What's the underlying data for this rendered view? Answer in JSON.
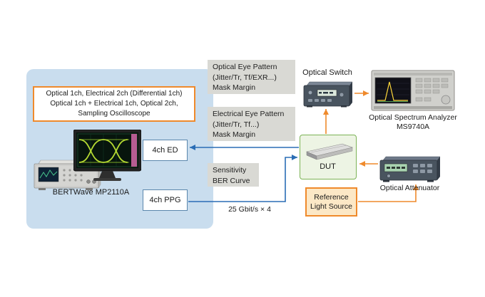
{
  "colors": {
    "panel_bg": "#c9ddee",
    "orange": "#ef8a2c",
    "orange_fill": "#fce8c6",
    "blue": "#2a6db5",
    "gray_box": "#d9d9d4",
    "green": "#7cb356",
    "green_fill": "#edf4e4",
    "text": "#1a1a1a"
  },
  "bertwave": {
    "config_line1": "Optical 1ch, Electrical 2ch (Differential 1ch)",
    "config_line2": "Optical 1ch + Electrical 1ch, Optical 2ch,",
    "config_line3": "Sampling Oscilloscope",
    "label": "BERTWave MP2110A",
    "ed": "4ch ED",
    "ppg": "4ch PPG"
  },
  "measurements": {
    "optical_eye_line1": "Optical Eye Pattern",
    "optical_eye_line2": "(Jitter/Tr, Tf/EXR...)",
    "optical_eye_line3": "Mask Margin",
    "electrical_eye_line1": "Electrical Eye Pattern",
    "electrical_eye_line2": "(Jitter/Tr, Tf...)",
    "electrical_eye_line3": "Mask Margin",
    "sensitivity_line1": "Sensitivity",
    "sensitivity_line2": "BER Curve"
  },
  "devices": {
    "optical_switch": "Optical Switch",
    "osa_name": "Optical Spectrum Analyzer",
    "osa_model": "MS9740A",
    "dut": "DUT",
    "rls_line1": "Reference",
    "rls_line2": "Light Source",
    "attenuator": "Optical Attenuator"
  },
  "signal": {
    "bitrate": "25 Gbit/s × 4"
  }
}
